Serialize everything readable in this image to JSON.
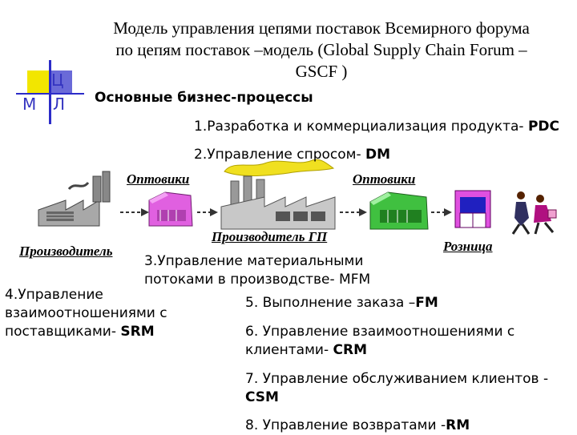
{
  "title": {
    "line1": "Модель управления цепями поставок Всемирного форума",
    "line2": "по цепям поставок –модель (Global Supply Chain Forum –",
    "line3": "GSCF )"
  },
  "logo": {
    "top_right": "Ц",
    "bottom_left": "М",
    "bottom_right": "Л"
  },
  "heading": "Основные бизнес-процессы",
  "processes": {
    "p1": {
      "text": "1.Разработка и коммерциализация продукта- ",
      "acronym": "PDC"
    },
    "p2": {
      "text": "2.Управление спросом- ",
      "acronym": "DM"
    },
    "p3": {
      "line1": "3.Управление материальными",
      "line2": "потоками в производстве- MFM"
    },
    "p4": {
      "line1": "4.Управление",
      "line2": "взаимоотношениями с",
      "line3": "поставщиками- ",
      "acronym": "SRM"
    },
    "p5": {
      "text": "5. Выполнение заказа –",
      "acronym": "FM"
    },
    "p6": {
      "line1": "6. Управление взаимоотношениями с",
      "line2": "клиентами- ",
      "acronym": "CRM"
    },
    "p7": {
      "line1": "7. Управление обслуживанием клиентов -",
      "acronym": "CSM"
    },
    "p8": {
      "text": "8. Управление возвратами -",
      "acronym": "RM"
    }
  },
  "chain_labels": {
    "wholesale_left": "Оптовики",
    "wholesale_right": "Оптовики",
    "producer_gp": "Производитель ГП",
    "producer": "Производитель",
    "retail": "Розница"
  },
  "colors": {
    "logo_yellow": "#f2e600",
    "logo_blue": "#6a6ad8",
    "logo_lines": "#2c2cc8",
    "factory_gray": "#9a9a9a",
    "warehouse_pink": "#e060e0",
    "warehouse_green": "#40c040",
    "smoke_yellow": "#f0e020",
    "store_blue": "#2020c0"
  },
  "icons": [
    "factory-icon",
    "warehouse-icon",
    "store-icon",
    "shoppers-icon",
    "arrow-icon"
  ]
}
